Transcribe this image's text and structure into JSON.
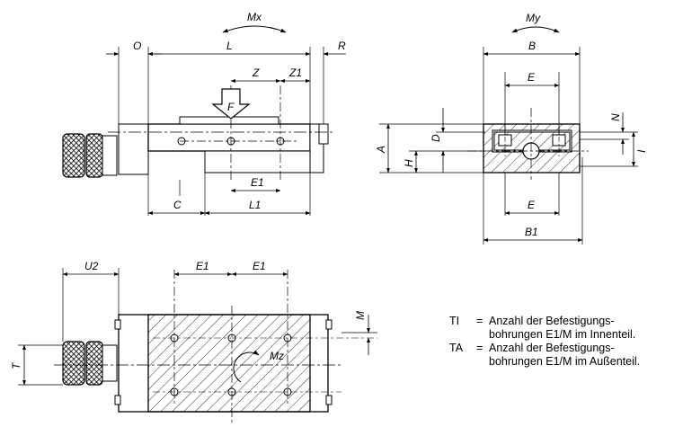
{
  "labels": {
    "O": "O",
    "L": "L",
    "R": "R",
    "Mx": "Mx",
    "Z": "Z",
    "Z1": "Z1",
    "F": "F",
    "C": "C",
    "E1": "E1",
    "L1": "L1",
    "My": "My",
    "B": "B",
    "E": "E",
    "N": "N",
    "A": "A",
    "D": "D",
    "H": "H",
    "I": "I",
    "B1": "B1",
    "U2": "U2",
    "T": "T",
    "M": "M",
    "Mz": "Mz"
  },
  "legend": [
    {
      "abbr": "TI",
      "eq": "=",
      "line1": "Anzahl der Befestigungs-",
      "line2": "bohrungen E1/M im Innenteil."
    },
    {
      "abbr": "TA",
      "eq": "=",
      "line1": "Anzahl der Befestigungs-",
      "line2": "bohrungen E1/M im Außenteil."
    }
  ]
}
